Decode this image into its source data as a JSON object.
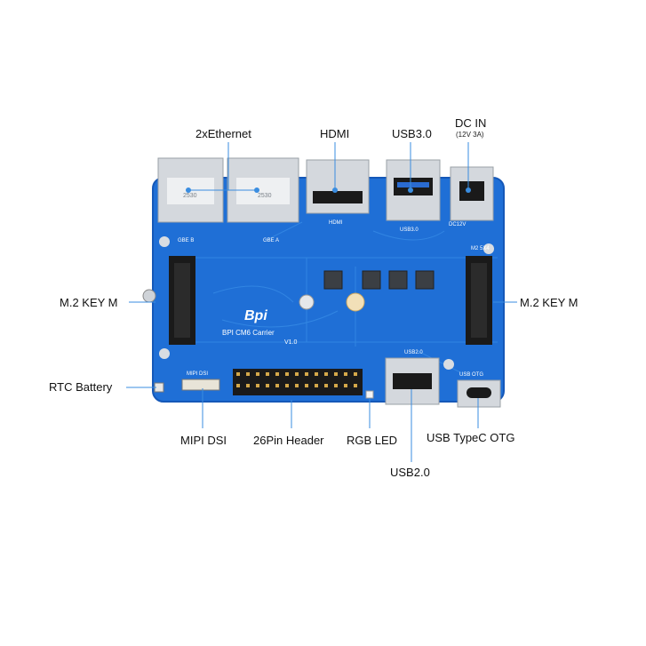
{
  "labels": {
    "ethernet": "2xEthernet",
    "hdmi": "HDMI",
    "usb3": "USB3.0",
    "dc_in": "DC IN",
    "dc_in_spec": "(12V 3A)",
    "m2_left": "M.2 KEY M",
    "m2_right": "M.2 KEY M",
    "rtc": "RTC Battery",
    "mipi": "MIPI DSI",
    "header": "26Pin Header",
    "rgb_led": "RGB LED",
    "usb_c": "USB TypeC OTG",
    "usb2": "USB2.0"
  },
  "silkscreen": {
    "logo": "Bpi",
    "board_name": "BPI CM6 Carrier",
    "version": "V1.0",
    "gbe_b": "GBE B",
    "gbe_a": "GBE A",
    "hdmi": "HDMI",
    "usb3": "USB3.0",
    "usb2": "USB2.0",
    "usb_otg": "USB OTG",
    "mipi_dsi": "MIPI DSI",
    "m2_5x4": "M2 5X4",
    "dc12v": "DC12V",
    "eth_speed": "2530"
  },
  "colors": {
    "board": "#1f6fd6",
    "board_dark": "#1558b8",
    "trace": "#2e86ea",
    "metal": "#d9dde2",
    "connector_black": "#1a1a1a",
    "pin_gold": "#d4a84a",
    "leader": "#3a8de0"
  },
  "icons": [
    "ethernet-port-icon",
    "hdmi-port-icon",
    "usb3-port-icon",
    "dc-jack-icon",
    "m2-slot-icon",
    "usb2-port-icon",
    "usb-c-port-icon",
    "pin-header-icon",
    "rgb-led-icon",
    "rtc-battery-icon",
    "mipi-connector-icon"
  ]
}
